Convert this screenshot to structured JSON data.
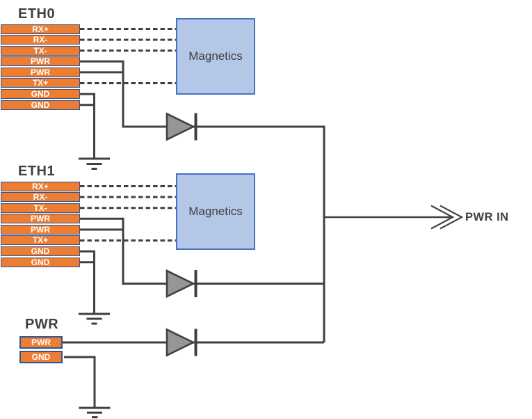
{
  "colors": {
    "background": "#FFFFFF",
    "pin_fill": "#ED7D31",
    "pin_border": "#2F5597",
    "pin_text": "#FFFFFF",
    "magnetics_fill": "#B4C7E7",
    "magnetics_border": "#4472C4",
    "wire": "#404040",
    "diode_fill": "#969696",
    "label_text": "#404040"
  },
  "eth0": {
    "label": "ETH0",
    "pins": [
      "RX+",
      "RX-",
      "TX-",
      "PWR",
      "PWR",
      "TX+",
      "GND",
      "GND"
    ],
    "magnetics_label": "Magnetics"
  },
  "eth1": {
    "label": "ETH1",
    "pins": [
      "RX+",
      "RX-",
      "TX-",
      "PWR",
      "PWR",
      "TX+",
      "GND",
      "GND"
    ],
    "magnetics_label": "Magnetics"
  },
  "pwr": {
    "label": "PWR",
    "pins": [
      "PWR",
      "GND"
    ]
  },
  "output": {
    "label": "PWR IN"
  }
}
